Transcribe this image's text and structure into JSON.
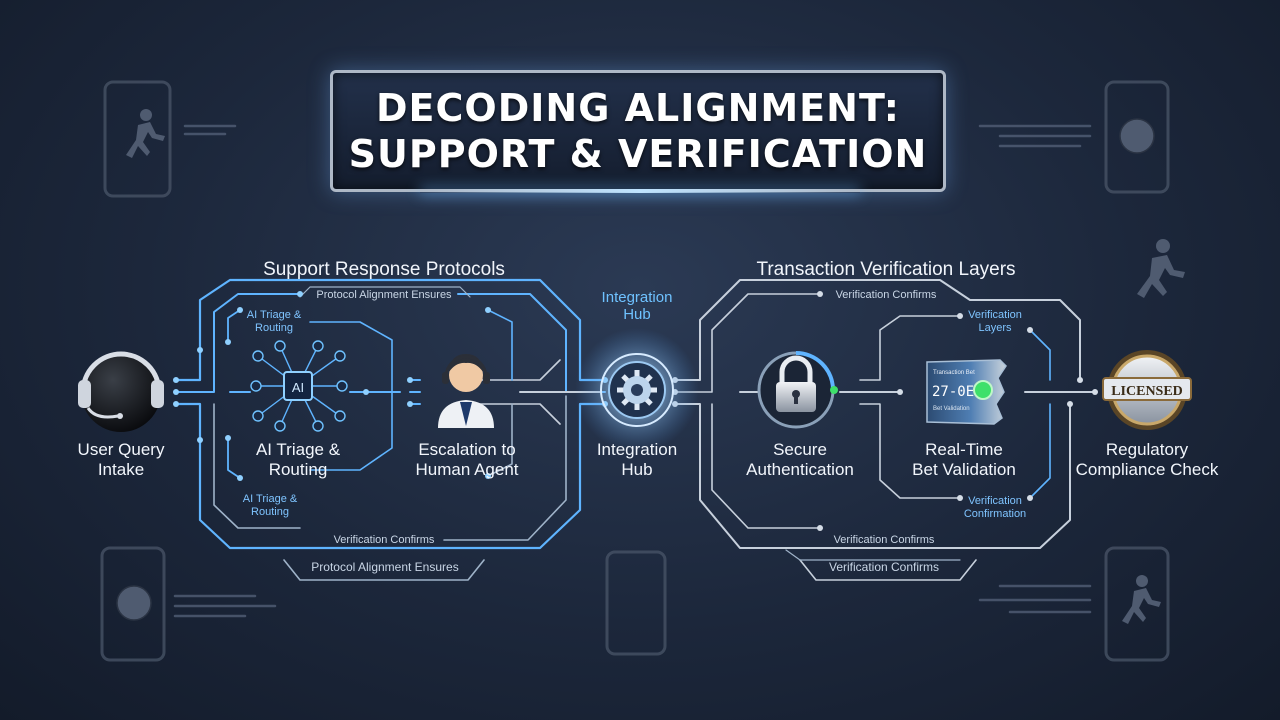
{
  "title": {
    "line1": "DECODING ALIGNMENT:",
    "line2": "SUPPORT & VERIFICATION"
  },
  "sections": {
    "support": "Support Response Protocols",
    "verification": "Transaction Verification Layers"
  },
  "nodes": {
    "user_query": [
      "User Query",
      "Intake"
    ],
    "ai_triage": [
      "AI Triage &",
      "Routing"
    ],
    "escalation": [
      "Escalation to",
      "Human Agent"
    ],
    "hub": [
      "Integration",
      "Hub"
    ],
    "secure_auth": [
      "Secure",
      "Authentication"
    ],
    "bet_validation": [
      "Real-Time",
      "Bet Validation"
    ],
    "compliance": [
      "Regulatory",
      "Compliance Check"
    ]
  },
  "annotations": {
    "protocol_top": "Protocol Alignment Ensures",
    "protocol_bottom": "Protocol Alignment Ensures",
    "ai_triage_upper": [
      "AI Triage &",
      "Routing"
    ],
    "ai_triage_lower": [
      "AI Triage &",
      "Routing"
    ],
    "left_verification": "Verification Confirms",
    "hub_top": [
      "Integration",
      "Hub"
    ],
    "right_verification_top": "Verification Confirms",
    "verification_layers": [
      "Verification",
      "Layers"
    ],
    "verification_confirmation": [
      "Verification",
      "Confirmation"
    ],
    "right_verification_inner": "Verification Confirms",
    "right_verification_bottom": "Verification Confirms"
  },
  "icon_text": {
    "ai_chip": "AI",
    "ticket_code": "27-0E",
    "ticket_header": "Transaction Bet",
    "ticket_sub": "Bet Validation",
    "licensed": "LICENSED"
  },
  "colors": {
    "accent_blue": "#5fb4ff",
    "line_gray": "#c7d0dc",
    "status_green": "#3ee06a"
  }
}
